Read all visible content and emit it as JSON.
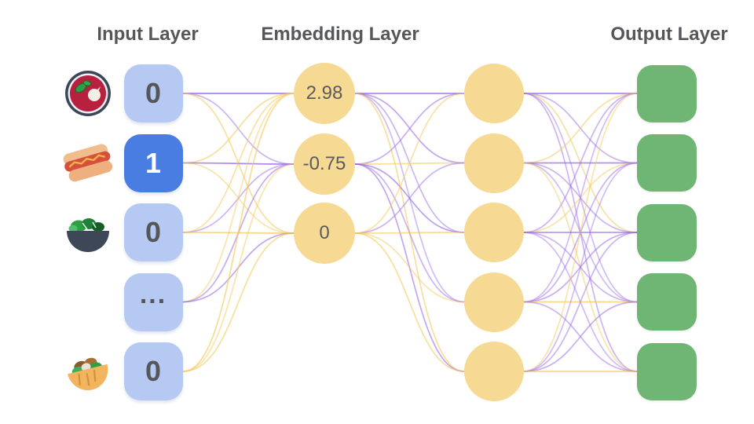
{
  "diagram": {
    "titles": {
      "input": "Input Layer",
      "embedding": "Embedding Layer",
      "output": "Output Layer"
    },
    "colors": {
      "title_text": "#56575a",
      "input_box": "#b5c9f2",
      "input_box_active": "#4a7de2",
      "input_text": "#55565a",
      "input_text_active": "#ffffff",
      "embedding_circle": "#f6d992",
      "hidden_circle": "#f6d992",
      "output_box": "#6fb573",
      "edge_purple": "#9b6ce6",
      "edge_yellow": "#f4c95c"
    },
    "input_nodes": [
      {
        "value": "0",
        "active": false,
        "icon": "borscht-bowl-icon"
      },
      {
        "value": "1",
        "active": true,
        "icon": "hotdog-icon"
      },
      {
        "value": "0",
        "active": false,
        "icon": "salad-bowl-icon"
      },
      {
        "value": "...",
        "active": false,
        "icon": null
      },
      {
        "value": "0",
        "active": false,
        "icon": "pita-icon"
      }
    ],
    "embedding_nodes": [
      {
        "value": "2.98"
      },
      {
        "value": "-0.75"
      },
      {
        "value": "0"
      }
    ],
    "hidden_nodes": [
      {
        "value": ""
      },
      {
        "value": ""
      },
      {
        "value": ""
      },
      {
        "value": ""
      },
      {
        "value": ""
      }
    ],
    "output_nodes": [
      {
        "value": ""
      },
      {
        "value": ""
      },
      {
        "value": ""
      },
      {
        "value": ""
      },
      {
        "value": ""
      }
    ],
    "edges": {
      "input_to_embedding": [
        {
          "f": 0,
          "t": 0,
          "c": "purple",
          "o": 0.85
        },
        {
          "f": 0,
          "t": 1,
          "c": "purple",
          "o": 0.5
        },
        {
          "f": 0,
          "t": 2,
          "c": "yellow",
          "o": 0.6
        },
        {
          "f": 1,
          "t": 0,
          "c": "yellow",
          "o": 0.6
        },
        {
          "f": 1,
          "t": 1,
          "c": "purple",
          "o": 0.8
        },
        {
          "f": 1,
          "t": 2,
          "c": "yellow",
          "o": 0.5
        },
        {
          "f": 2,
          "t": 0,
          "c": "yellow",
          "o": 0.55
        },
        {
          "f": 2,
          "t": 1,
          "c": "purple",
          "o": 0.5
        },
        {
          "f": 2,
          "t": 2,
          "c": "yellow",
          "o": 0.75
        },
        {
          "f": 3,
          "t": 0,
          "c": "yellow",
          "o": 0.5
        },
        {
          "f": 3,
          "t": 1,
          "c": "purple",
          "o": 0.55
        },
        {
          "f": 3,
          "t": 2,
          "c": "purple",
          "o": 0.6
        },
        {
          "f": 4,
          "t": 0,
          "c": "yellow",
          "o": 0.65
        },
        {
          "f": 4,
          "t": 1,
          "c": "yellow",
          "o": 0.5
        },
        {
          "f": 4,
          "t": 2,
          "c": "yellow",
          "o": 0.6
        }
      ],
      "embedding_to_hidden": [
        {
          "f": 0,
          "t": 0,
          "c": "purple",
          "o": 0.8
        },
        {
          "f": 0,
          "t": 1,
          "c": "purple",
          "o": 0.6
        },
        {
          "f": 0,
          "t": 2,
          "c": "purple",
          "o": 0.5
        },
        {
          "f": 0,
          "t": 3,
          "c": "purple",
          "o": 0.45
        },
        {
          "f": 0,
          "t": 4,
          "c": "yellow",
          "o": 0.6
        },
        {
          "f": 1,
          "t": 0,
          "c": "purple",
          "o": 0.55
        },
        {
          "f": 1,
          "t": 1,
          "c": "yellow",
          "o": 0.6
        },
        {
          "f": 1,
          "t": 2,
          "c": "purple",
          "o": 0.65
        },
        {
          "f": 1,
          "t": 3,
          "c": "purple",
          "o": 0.5
        },
        {
          "f": 1,
          "t": 4,
          "c": "purple",
          "o": 0.6
        },
        {
          "f": 2,
          "t": 0,
          "c": "yellow",
          "o": 0.55
        },
        {
          "f": 2,
          "t": 1,
          "c": "purple",
          "o": 0.5
        },
        {
          "f": 2,
          "t": 2,
          "c": "yellow",
          "o": 0.65
        },
        {
          "f": 2,
          "t": 3,
          "c": "yellow",
          "o": 0.5
        },
        {
          "f": 2,
          "t": 4,
          "c": "yellow",
          "o": 0.6
        }
      ],
      "hidden_to_output": [
        {
          "f": 0,
          "t": 0,
          "c": "purple",
          "o": 0.8
        },
        {
          "f": 0,
          "t": 1,
          "c": "purple",
          "o": 0.5
        },
        {
          "f": 0,
          "t": 2,
          "c": "yellow",
          "o": 0.55
        },
        {
          "f": 0,
          "t": 3,
          "c": "purple",
          "o": 0.45
        },
        {
          "f": 0,
          "t": 4,
          "c": "purple",
          "o": 0.5
        },
        {
          "f": 1,
          "t": 0,
          "c": "yellow",
          "o": 0.55
        },
        {
          "f": 1,
          "t": 1,
          "c": "purple",
          "o": 0.75
        },
        {
          "f": 1,
          "t": 2,
          "c": "purple",
          "o": 0.5
        },
        {
          "f": 1,
          "t": 3,
          "c": "purple",
          "o": 0.45
        },
        {
          "f": 1,
          "t": 4,
          "c": "yellow",
          "o": 0.5
        },
        {
          "f": 2,
          "t": 0,
          "c": "purple",
          "o": 0.5
        },
        {
          "f": 2,
          "t": 1,
          "c": "yellow",
          "o": 0.5
        },
        {
          "f": 2,
          "t": 2,
          "c": "purple",
          "o": 0.7
        },
        {
          "f": 2,
          "t": 3,
          "c": "purple",
          "o": 0.5
        },
        {
          "f": 2,
          "t": 4,
          "c": "purple",
          "o": 0.45
        },
        {
          "f": 3,
          "t": 0,
          "c": "purple",
          "o": 0.45
        },
        {
          "f": 3,
          "t": 1,
          "c": "purple",
          "o": 0.5
        },
        {
          "f": 3,
          "t": 2,
          "c": "purple",
          "o": 0.55
        },
        {
          "f": 3,
          "t": 3,
          "c": "yellow",
          "o": 0.7
        },
        {
          "f": 3,
          "t": 4,
          "c": "purple",
          "o": 0.5
        },
        {
          "f": 4,
          "t": 0,
          "c": "yellow",
          "o": 0.5
        },
        {
          "f": 4,
          "t": 1,
          "c": "purple",
          "o": 0.45
        },
        {
          "f": 4,
          "t": 2,
          "c": "purple",
          "o": 0.5
        },
        {
          "f": 4,
          "t": 3,
          "c": "purple",
          "o": 0.55
        },
        {
          "f": 4,
          "t": 4,
          "c": "yellow",
          "o": 0.7
        }
      ]
    }
  }
}
